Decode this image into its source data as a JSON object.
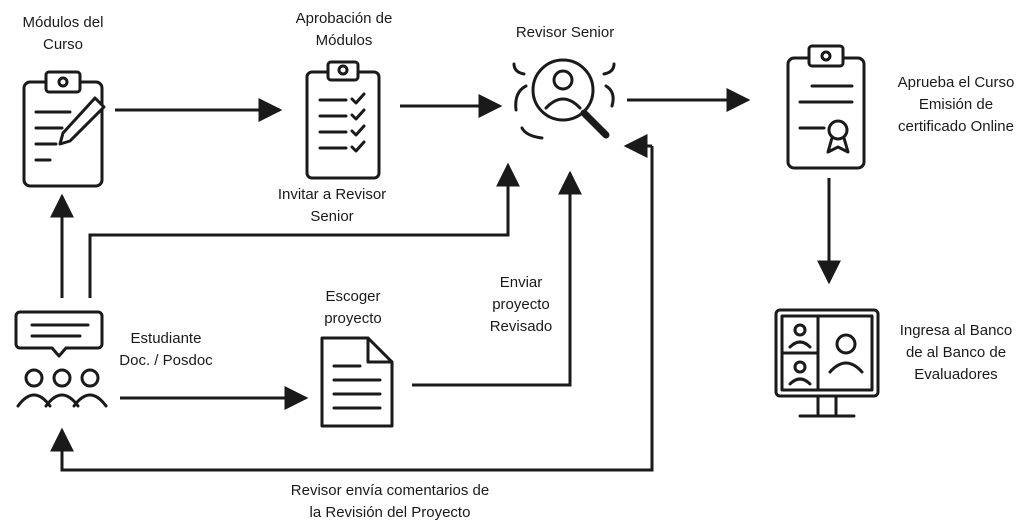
{
  "nodes": {
    "modulos": {
      "lines": [
        "Módulos del",
        "Curso"
      ]
    },
    "aprobacion": {
      "lines": [
        "Aprobación de",
        "Módulos"
      ]
    },
    "revisor": {
      "lines": [
        "Revisor Senior"
      ]
    },
    "aprueba": {
      "lines": [
        "Aprueba el Curso",
        "Emisión de",
        "certificado Online"
      ]
    },
    "banco": {
      "lines": [
        "Ingresa al Banco",
        "de al Banco de",
        "Evaluadores"
      ]
    },
    "estudiante": {
      "lines": [
        "Estudiante",
        "Doc. / Posdoc"
      ]
    },
    "escoger": {
      "lines": [
        "Escoger",
        "proyecto"
      ]
    }
  },
  "edges": {
    "invitar": {
      "lines": [
        "Invitar a Revisor",
        "Senior"
      ]
    },
    "enviar": {
      "lines": [
        "Enviar",
        "proyecto",
        "Revisado"
      ]
    },
    "comentarios": {
      "lines": [
        "Revisor envía comentarios de",
        "la Revisión del Proyecto"
      ]
    }
  },
  "colors": {
    "stroke": "#1a1a1a",
    "background": "#ffffff"
  }
}
